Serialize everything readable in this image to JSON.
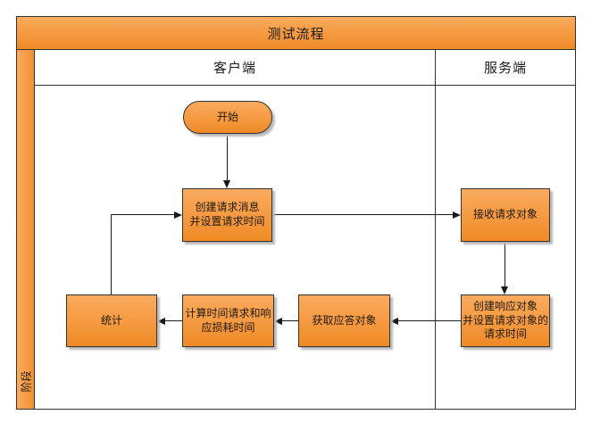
{
  "title": "测试流程",
  "phase_label": "阶段",
  "lanes": {
    "client": {
      "label": "客户端"
    },
    "server": {
      "label": "服务端"
    }
  },
  "nodes": {
    "start": {
      "label": "开始",
      "type": "start"
    },
    "create_request": {
      "label": "创建请求消息\n并设置请求时间",
      "type": "process",
      "lane": "client"
    },
    "receive_request": {
      "label": "接收请求对象",
      "type": "process",
      "lane": "server"
    },
    "create_response": {
      "label": "创建响应对象\n并设置请求对象的\n请求时间",
      "type": "process",
      "lane": "server"
    },
    "get_reply": {
      "label": "获取应答对象",
      "type": "process",
      "lane": "client"
    },
    "calc_elapsed": {
      "label": "计算时间请求和响\n应损耗时间",
      "type": "process",
      "lane": "client"
    },
    "stats": {
      "label": "统计",
      "type": "process",
      "lane": "client"
    }
  },
  "edges": [
    {
      "from": "start",
      "to": "create_request"
    },
    {
      "from": "create_request",
      "to": "receive_request"
    },
    {
      "from": "receive_request",
      "to": "create_response"
    },
    {
      "from": "create_response",
      "to": "get_reply"
    },
    {
      "from": "get_reply",
      "to": "calc_elapsed"
    },
    {
      "from": "calc_elapsed",
      "to": "stats"
    },
    {
      "from": "stats",
      "to": "create_request"
    }
  ],
  "colors": {
    "shape_gradient_top": "#f9ab5e",
    "shape_gradient_bottom": "#ee8a25",
    "border": "#333333",
    "connector": "#1a1a1a",
    "shadow": "#b9b9b9",
    "text": "#1b1b1b",
    "background": "#ffffff"
  }
}
